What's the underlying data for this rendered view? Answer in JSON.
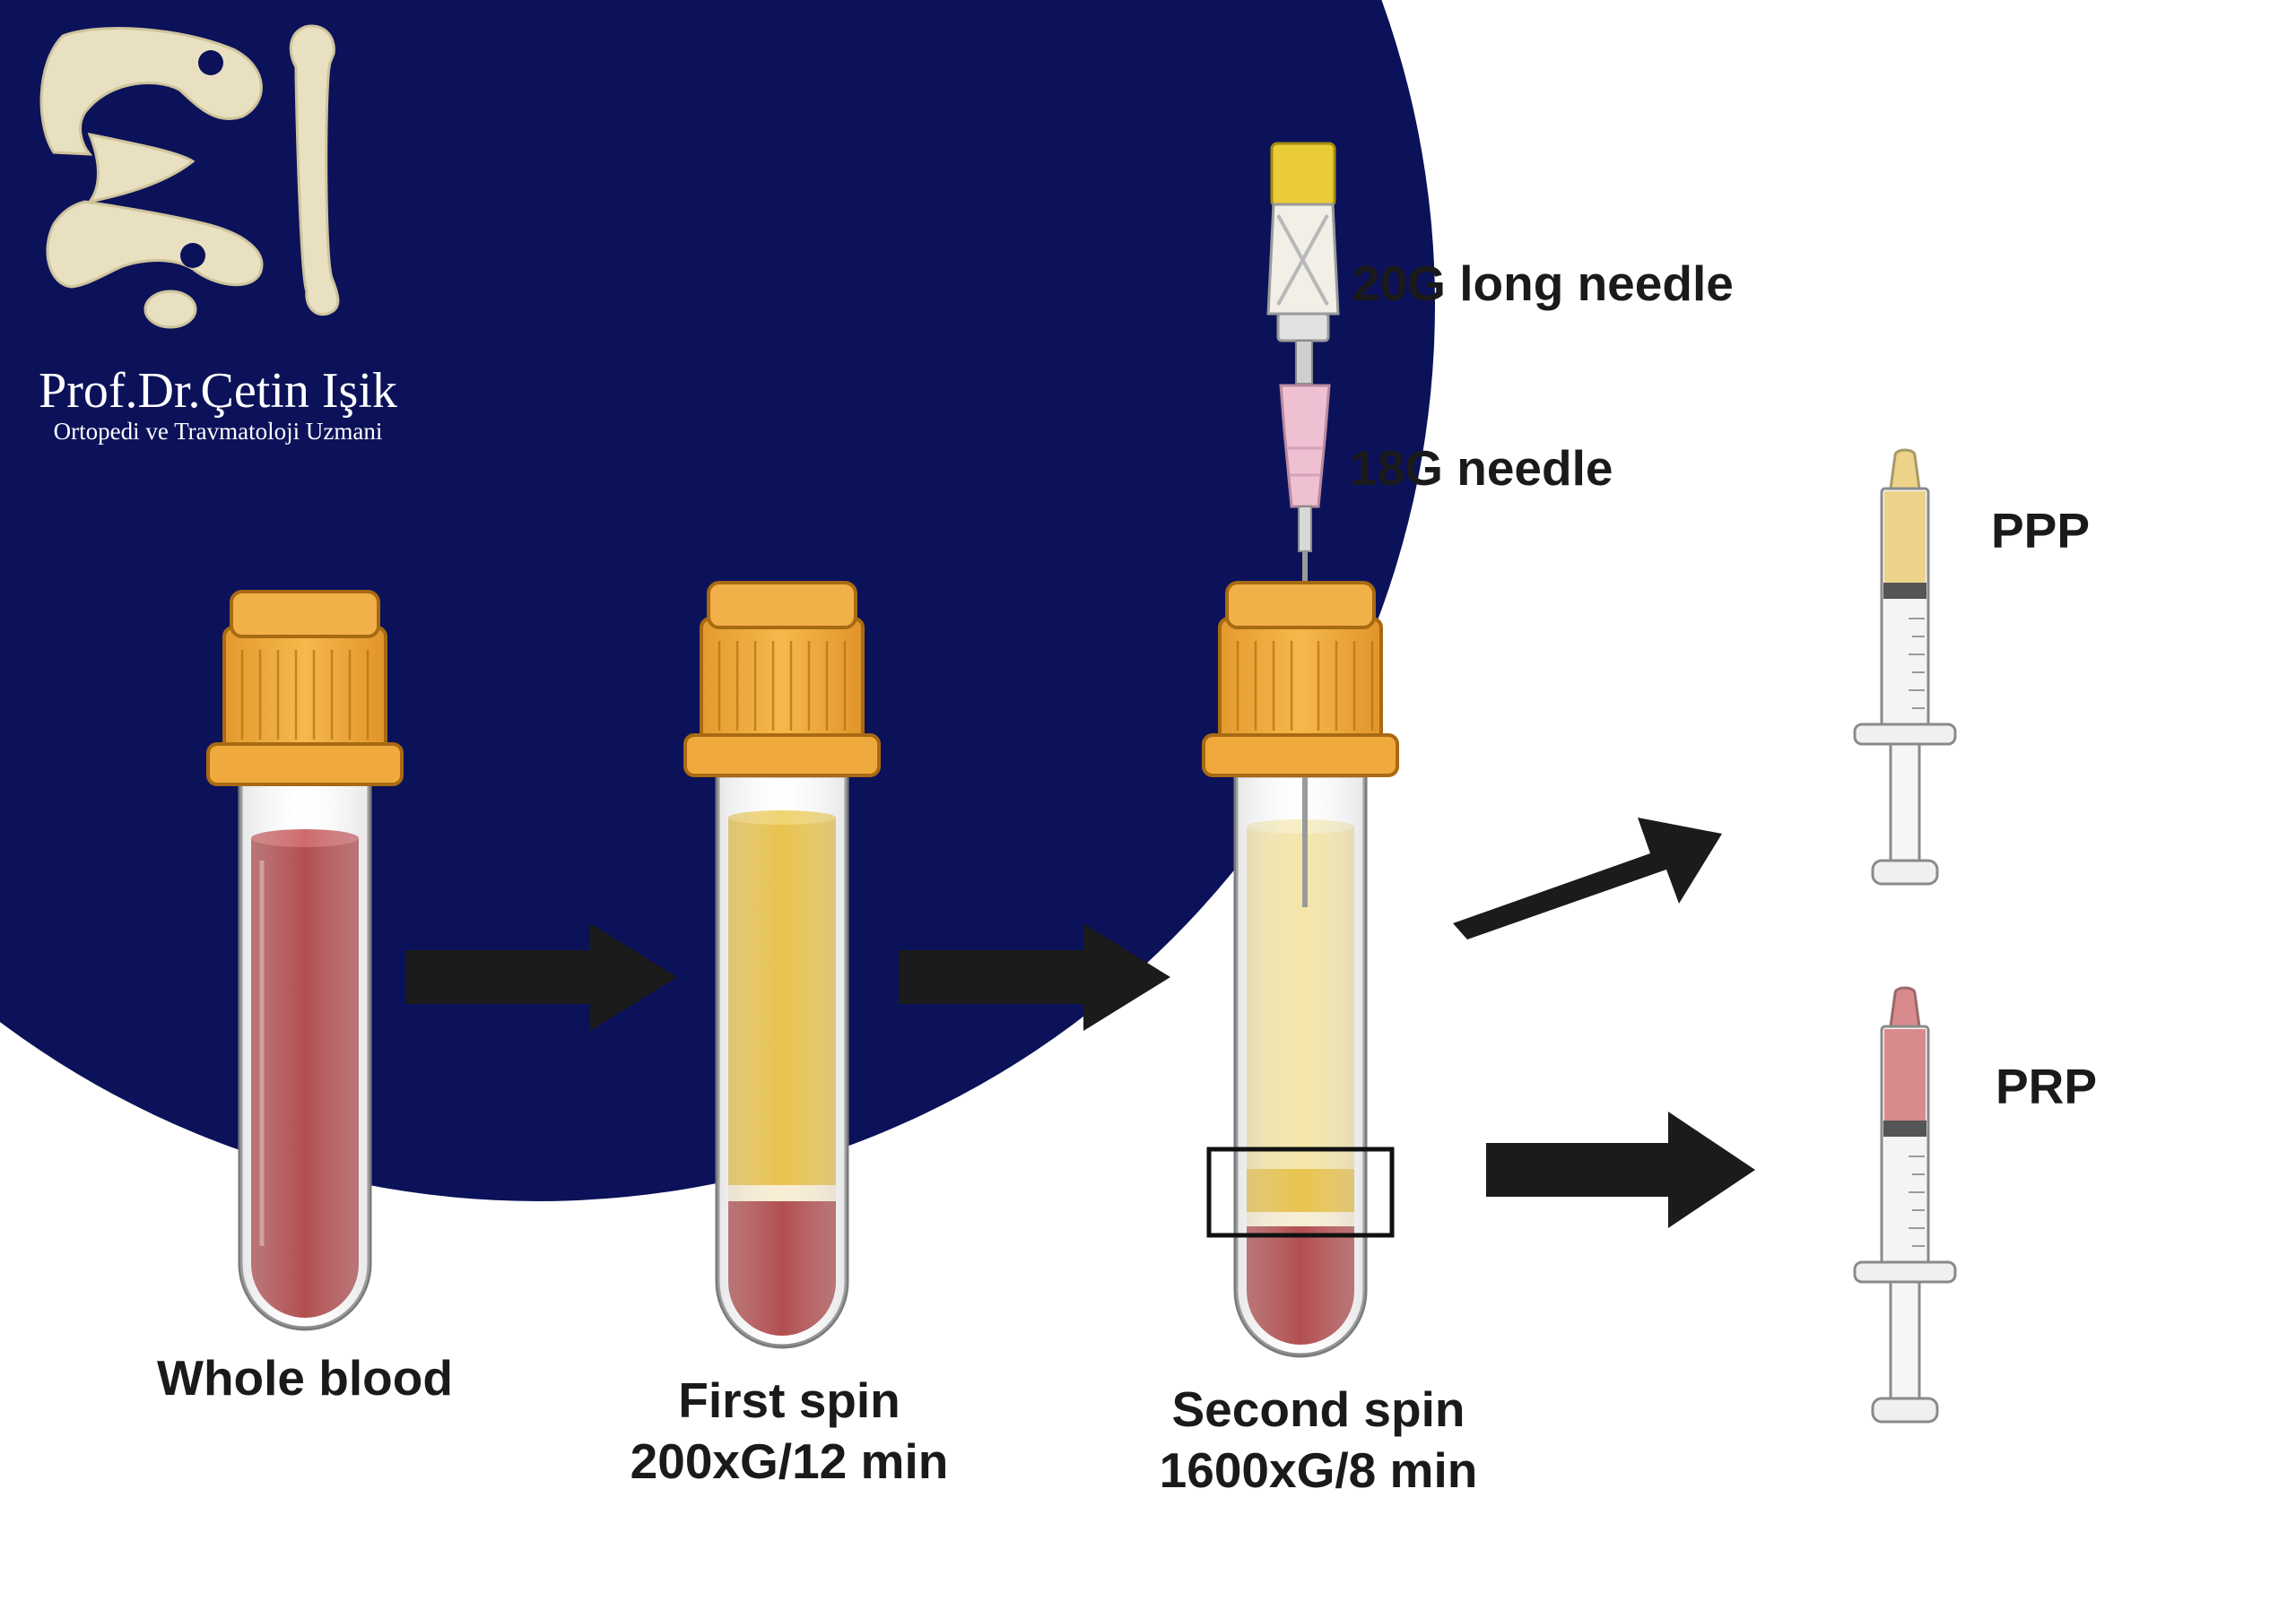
{
  "logo": {
    "name": "Prof.Dr.Çetin Işik",
    "subtitle": "Ortopedi ve Travmatoloji Uzmani"
  },
  "steps": {
    "whole_blood": "Whole blood",
    "first_spin_title": "First spin",
    "first_spin_params": "200xG/12 min",
    "second_spin_title": "Second spin",
    "second_spin_params": "1600xG/8 min"
  },
  "needles": {
    "long": "20G long needle",
    "short": "18G needle"
  },
  "products": {
    "ppp": "PPP",
    "prp": "PRP"
  },
  "colors": {
    "navy_background": "#0b1259",
    "tube_cap": "#f0a93c",
    "whole_blood": "#a83a3c",
    "plasma_first_spin": "#e6bc3a",
    "plasma_second_spin": "#f3e3a0",
    "ppp_fill": "#edd38a",
    "prp_fill": "#d98a8c",
    "needle_hub_20g": "#e9cc37",
    "needle_hub_18g": "#eec0d2",
    "arrow": "#1b1b1b",
    "logo_bone": "#e9e0c2"
  }
}
